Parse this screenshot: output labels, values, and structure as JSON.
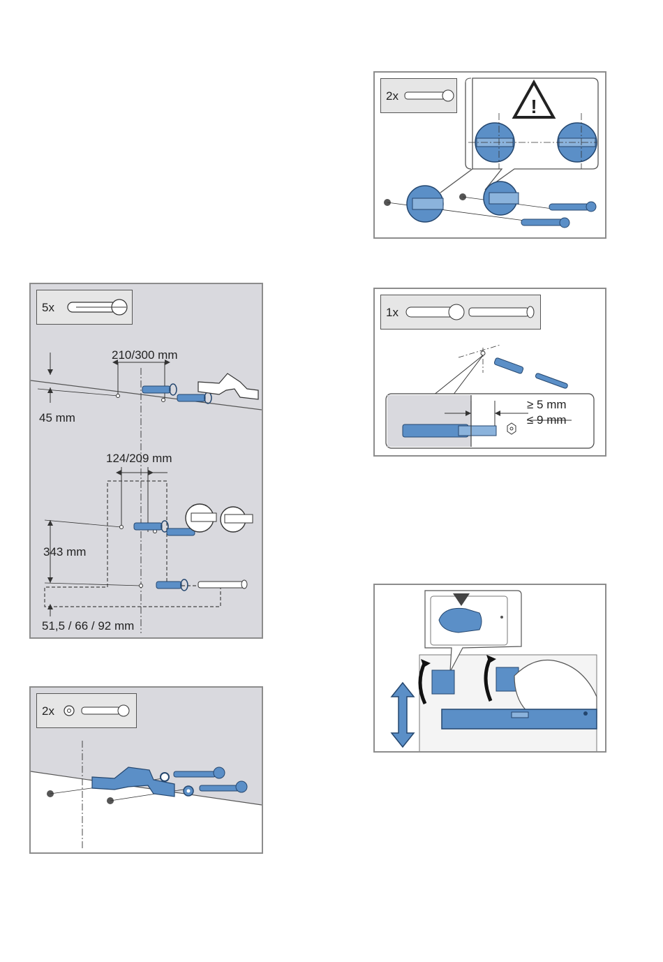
{
  "panels": {
    "p1": {
      "quantity": "5x",
      "item": "wall-plug",
      "dims": {
        "spacing_top": "210/300 mm",
        "height_top": "45 mm",
        "spacing_mid": "124/209 mm",
        "height_mid": "343 mm",
        "bottom_offset": "51,5 / 66 / 92 mm"
      }
    },
    "p2": {
      "quantity": "2x",
      "item": "washer-and-screw"
    },
    "p3": {
      "quantity": "2x",
      "item": "screw",
      "warning_symbol": "!"
    },
    "p4": {
      "quantity": "1x",
      "item": "wall-plug-and-threaded-rod",
      "dims": {
        "min": "≥ 5 mm",
        "max": "≤ 9 mm"
      }
    },
    "p5": {
      "item": "spirit-level-adjustment"
    }
  },
  "colors": {
    "accent_blue": "#5b8fc7",
    "panel_border": "#8c8c8c",
    "wall_gray": "#d9d9de"
  }
}
